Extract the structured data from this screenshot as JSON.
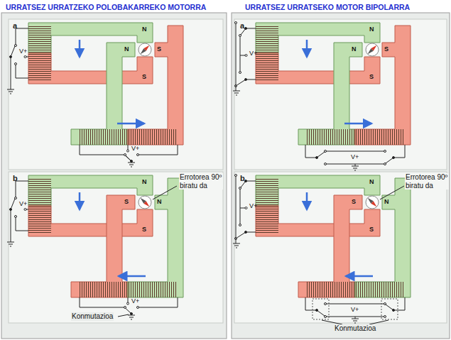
{
  "diagram": {
    "labels": [
      "URRATSEZ URRATZEKO POLOBAKARREKO MOTORRA",
      "a",
      "N",
      "N",
      "S",
      "S",
      "V+",
      "V+",
      "b",
      "N",
      "S",
      "S",
      "N",
      "V+",
      "V+",
      "Errotorea 90º biratu da",
      "Konmutazioa",
      "URRATSEZ URRATSEKO MOTOR BIPOLARRA",
      "a",
      "N",
      "N",
      "S",
      "S",
      "V+",
      "V+",
      "b",
      "N",
      "S",
      "S",
      "N",
      "V+",
      "V+",
      "Errotorea 90º biratu da",
      "Konmutazioa"
    ]
  }
}
